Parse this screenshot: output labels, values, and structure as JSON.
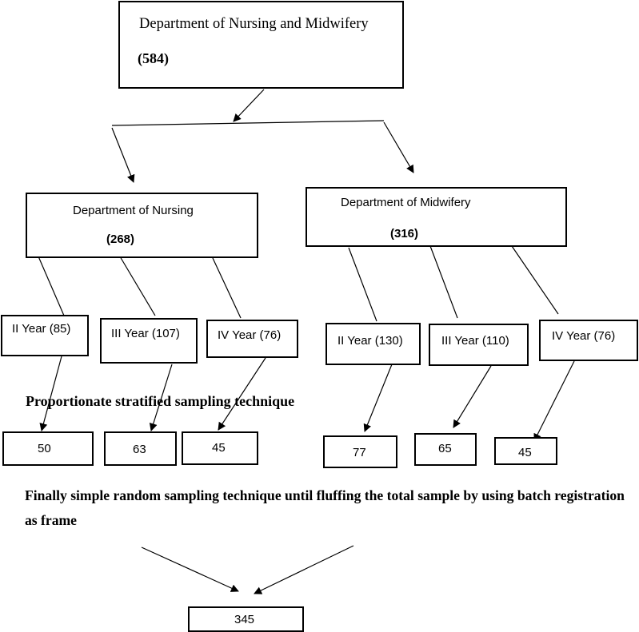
{
  "root": {
    "title": "Department of Nursing and Midwifery",
    "count": "(584)"
  },
  "nursing": {
    "title": "Department of Nursing",
    "count": "(268)",
    "years": [
      "II Year (85)",
      "III Year (107)",
      "IV Year (76)"
    ],
    "samples": [
      "50",
      "63",
      "45"
    ]
  },
  "midwifery": {
    "title": "Department of Midwifery",
    "count": "(316)",
    "years": [
      "II Year (130)",
      "III Year (110)",
      "IV Year (76)"
    ],
    "samples": [
      "77",
      "65",
      "45"
    ]
  },
  "technique_label": "Proportionate stratified sampling technique",
  "final_note": "Finally simple random sampling technique until fluffing the total sample by using batch registration as frame",
  "total": "345"
}
